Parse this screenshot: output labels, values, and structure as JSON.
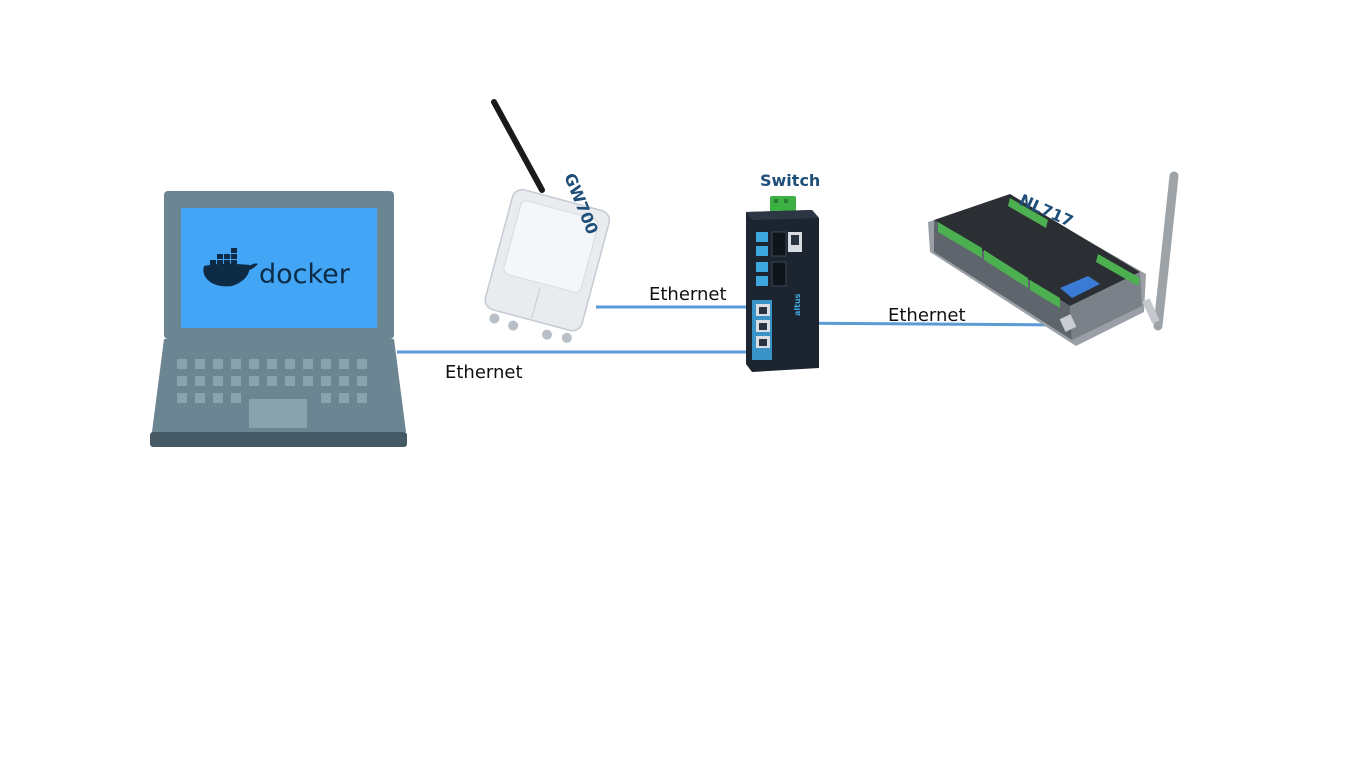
{
  "colors": {
    "cable": "#5b9bd5",
    "device_label": "#1f4e79",
    "laptop_body": "#6b8592",
    "laptop_dark": "#455a64",
    "laptop_screen": "#42a5f5",
    "docker_ink": "#0d2b45",
    "switch_body": "#1c2430",
    "switch_port": "#3fa7e0",
    "terminal_green": "#4caf50"
  },
  "labels": {
    "laptop_logo": "docker",
    "gateway": "GW700",
    "switch": "Switch",
    "controller": "NL717",
    "link_gateway_switch": "Ethernet",
    "link_laptop_switch": "Ethernet",
    "link_switch_controller": "Ethernet",
    "switch_brand": "altus"
  },
  "icons": {
    "laptop": "laptop-icon",
    "docker": "docker-whale-icon",
    "gateway": "wireless-gateway-icon",
    "switch": "ethernet-switch-icon",
    "controller": "plc-controller-icon"
  }
}
